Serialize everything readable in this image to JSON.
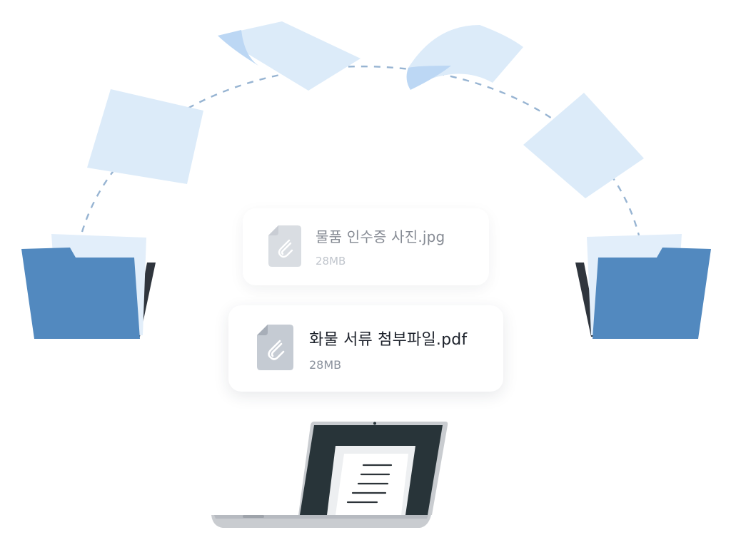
{
  "files": [
    {
      "name": "물품 인수증 사진.jpg",
      "size": "28MB"
    },
    {
      "name": "화물 서류 첨부파일.pdf",
      "size": "28MB"
    }
  ],
  "colors": {
    "folder_blue": "#5289bf",
    "folder_dark": "#2f353d",
    "paper_light": "#dcebf9",
    "paper_accent": "#bcd7f4",
    "arc_dash": "#97b4d2",
    "laptop_screen": "#283439",
    "laptop_body": "#c9ccd0"
  },
  "icons": [
    "paperclip-file-icon",
    "folder-icon",
    "laptop-icon",
    "document-icon"
  ]
}
